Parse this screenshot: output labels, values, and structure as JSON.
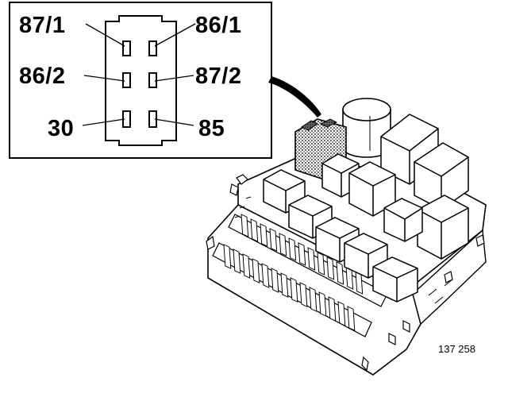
{
  "connector_pins": {
    "top_left": "87/1",
    "top_right": "86/1",
    "mid_left": "86/2",
    "mid_right": "87/2",
    "bottom_left": "30",
    "bottom_right": "85"
  },
  "figure_number": "137 258"
}
